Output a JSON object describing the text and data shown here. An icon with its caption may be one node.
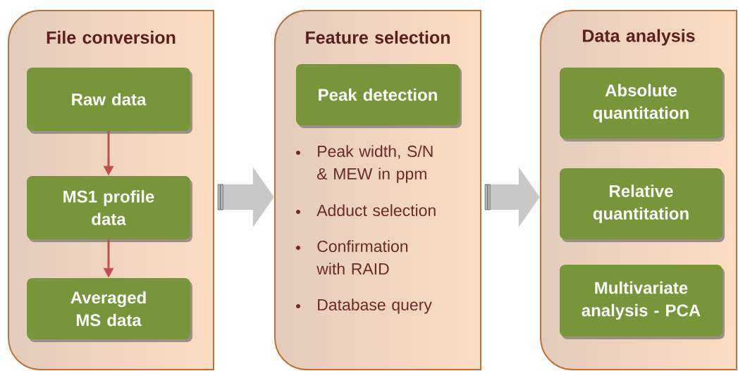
{
  "diagram": {
    "nodes": [
      {
        "text": [
          "File conversion"
        ]
      },
      {
        "text": [
          "Raw data"
        ],
        "in": 0
      },
      {
        "text": [
          "MS1 profile data"
        ],
        "in": 0
      },
      {
        "text": [
          "Averaged MS data"
        ],
        "in": 0
      },
      {
        "text": [
          "Feature selection",
          "Peak width, S/N & MEW in ppm",
          "Adduct selection",
          "Confirmation with RAID",
          "Database query"
        ]
      },
      {
        "text": [
          "Peak detection"
        ],
        "in": 4
      },
      {
        "text": [
          "Data analysis"
        ]
      },
      {
        "text": [
          "Absolute quantitation"
        ],
        "in": 6
      },
      {
        "text": [
          "Relative quantitation"
        ],
        "in": 6
      },
      {
        "text": [
          "Multivariate analysis - PCA"
        ],
        "in": 6
      }
    ],
    "edges": [
      {
        "from": 1,
        "to": 2,
        "arrow": "to",
        "color": "#c0504d"
      },
      {
        "from": 2,
        "to": 3,
        "arrow": "to",
        "color": "#c0504d"
      },
      {
        "from": 0,
        "to": 4,
        "arrow": "to",
        "style": "thick",
        "color": "#c8c8c8"
      },
      {
        "from": 4,
        "to": 6,
        "arrow": "to",
        "style": "thick",
        "color": "#c8c8c8"
      }
    ]
  }
}
